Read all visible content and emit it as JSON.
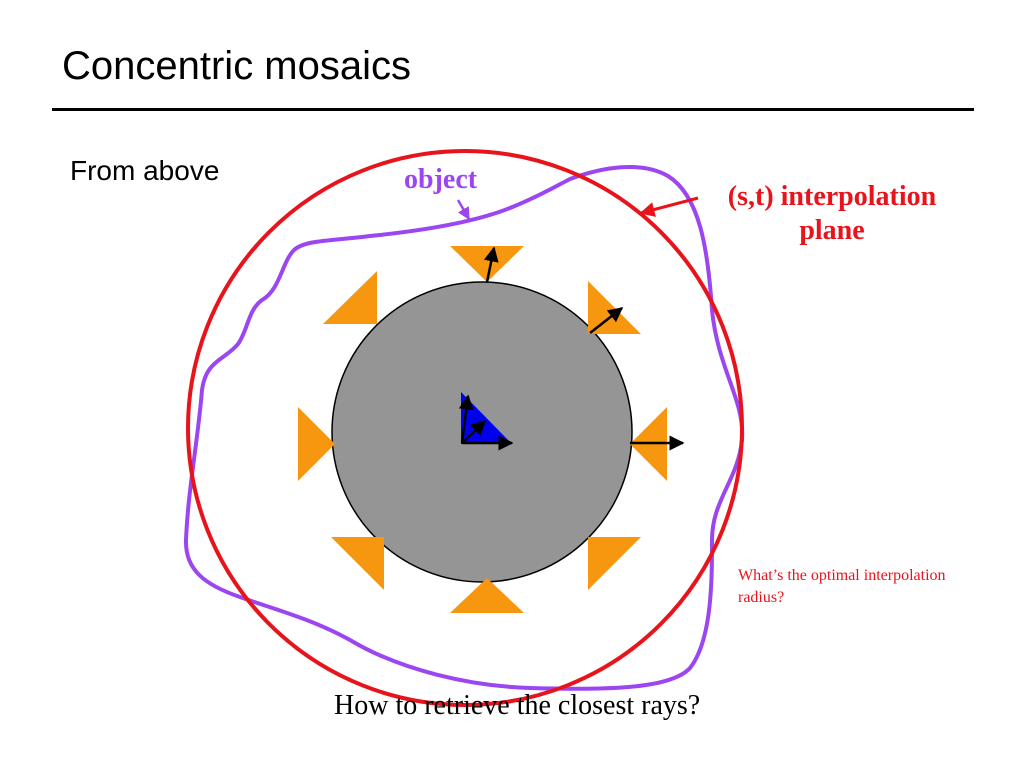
{
  "slide": {
    "title": "Concentric mosaics",
    "subtitle": "From above"
  },
  "labels": {
    "object": "object",
    "plane_line1": "(s,t) interpolation",
    "plane_line2": "plane",
    "radius_question_line1": "What’s the optimal  interpolation",
    "radius_question_line2": "radius?",
    "closest_question": "How to retrieve the closest rays?"
  },
  "colors": {
    "object_outline": "#9b46f0",
    "interpolation_plane": "#e8141c",
    "camera": "#f7960f",
    "center_disc": "#959595",
    "center_camera": "#0000ee",
    "text": "#000000"
  },
  "icons": {
    "camera": "orange-triangle",
    "ray": "arrow"
  }
}
